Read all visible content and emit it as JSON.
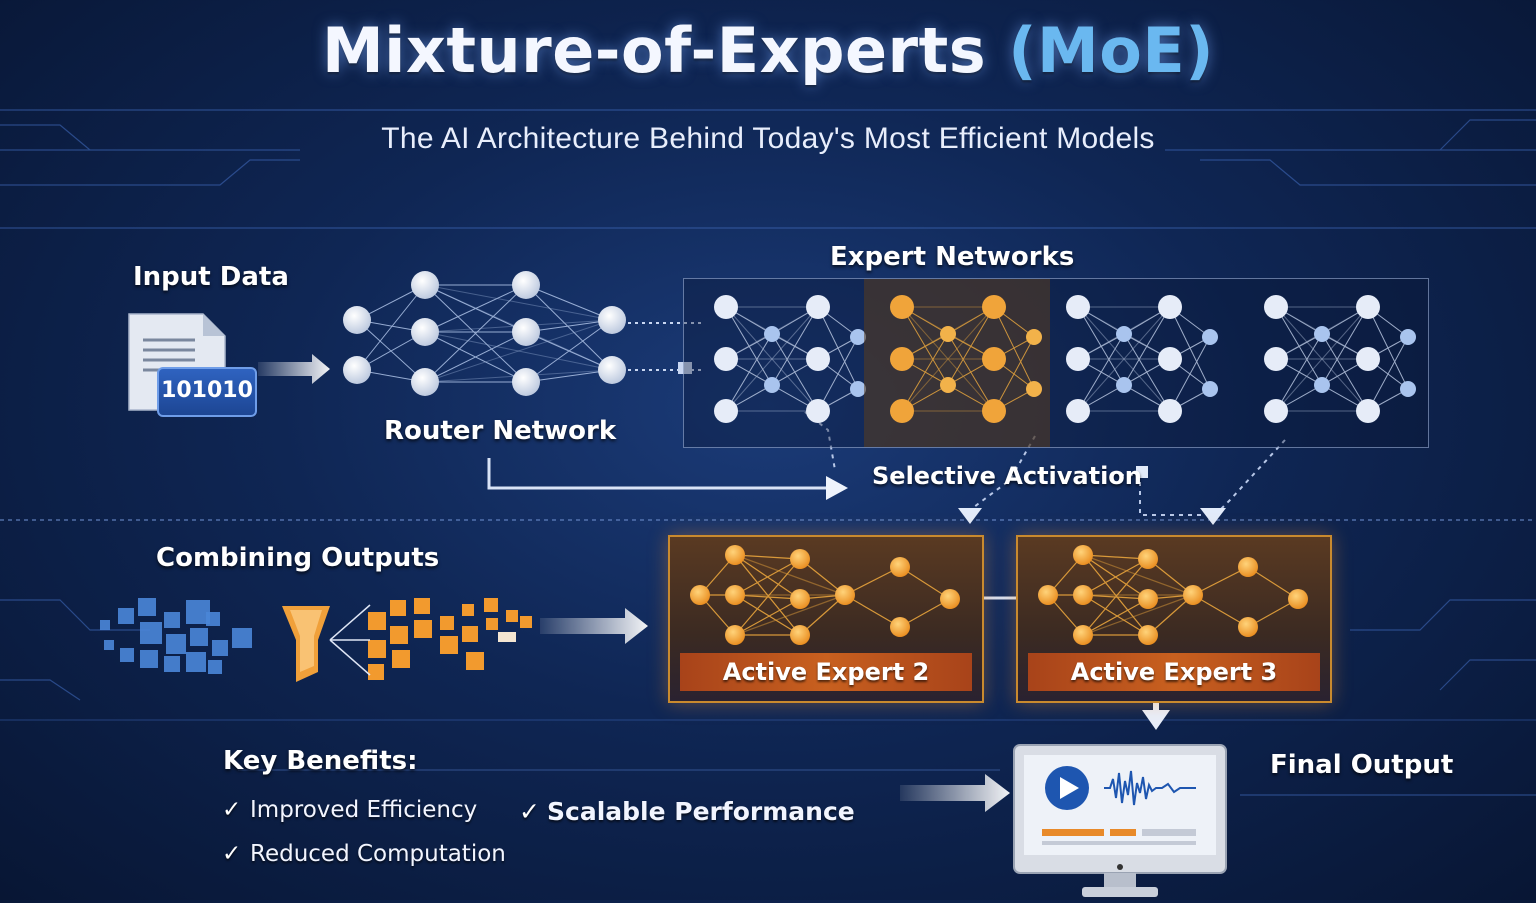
{
  "title": {
    "main": "Mixture-of-Experts",
    "accent": "(MoE)"
  },
  "subtitle": "The AI Architecture Behind Today's Most Efficient Models",
  "input": {
    "label": "Input Data",
    "binary": "101010"
  },
  "router": {
    "label": "Router Network"
  },
  "experts": {
    "label": "Expert Networks",
    "panels": [
      "expert-1",
      "expert-2",
      "expert-3",
      "expert-4"
    ],
    "highlighted": 2
  },
  "selective": {
    "label": "Selective Activation"
  },
  "combine": {
    "label": "Combining Outputs"
  },
  "active_experts": [
    {
      "label": "Active Expert 2"
    },
    {
      "label": "Active Expert 3"
    }
  ],
  "benefits": {
    "heading": "Key Benefits:",
    "items": [
      "Improved Efficiency",
      "Scalable Performance",
      "Reduced Computation"
    ],
    "check": "✓"
  },
  "final": {
    "label": "Final Output"
  },
  "colors": {
    "background": "#0f2654",
    "accent_blue": "#6ab8f0",
    "active_orange": "#f0a43a",
    "node_white": "#e6ecf8",
    "node_pale_blue": "#a9c4ee"
  },
  "icons": [
    "document-icon",
    "arrow-icon",
    "neural-network-icon",
    "monitor-icon",
    "play-icon",
    "waveform-icon",
    "funnel-icon",
    "check-icon"
  ]
}
